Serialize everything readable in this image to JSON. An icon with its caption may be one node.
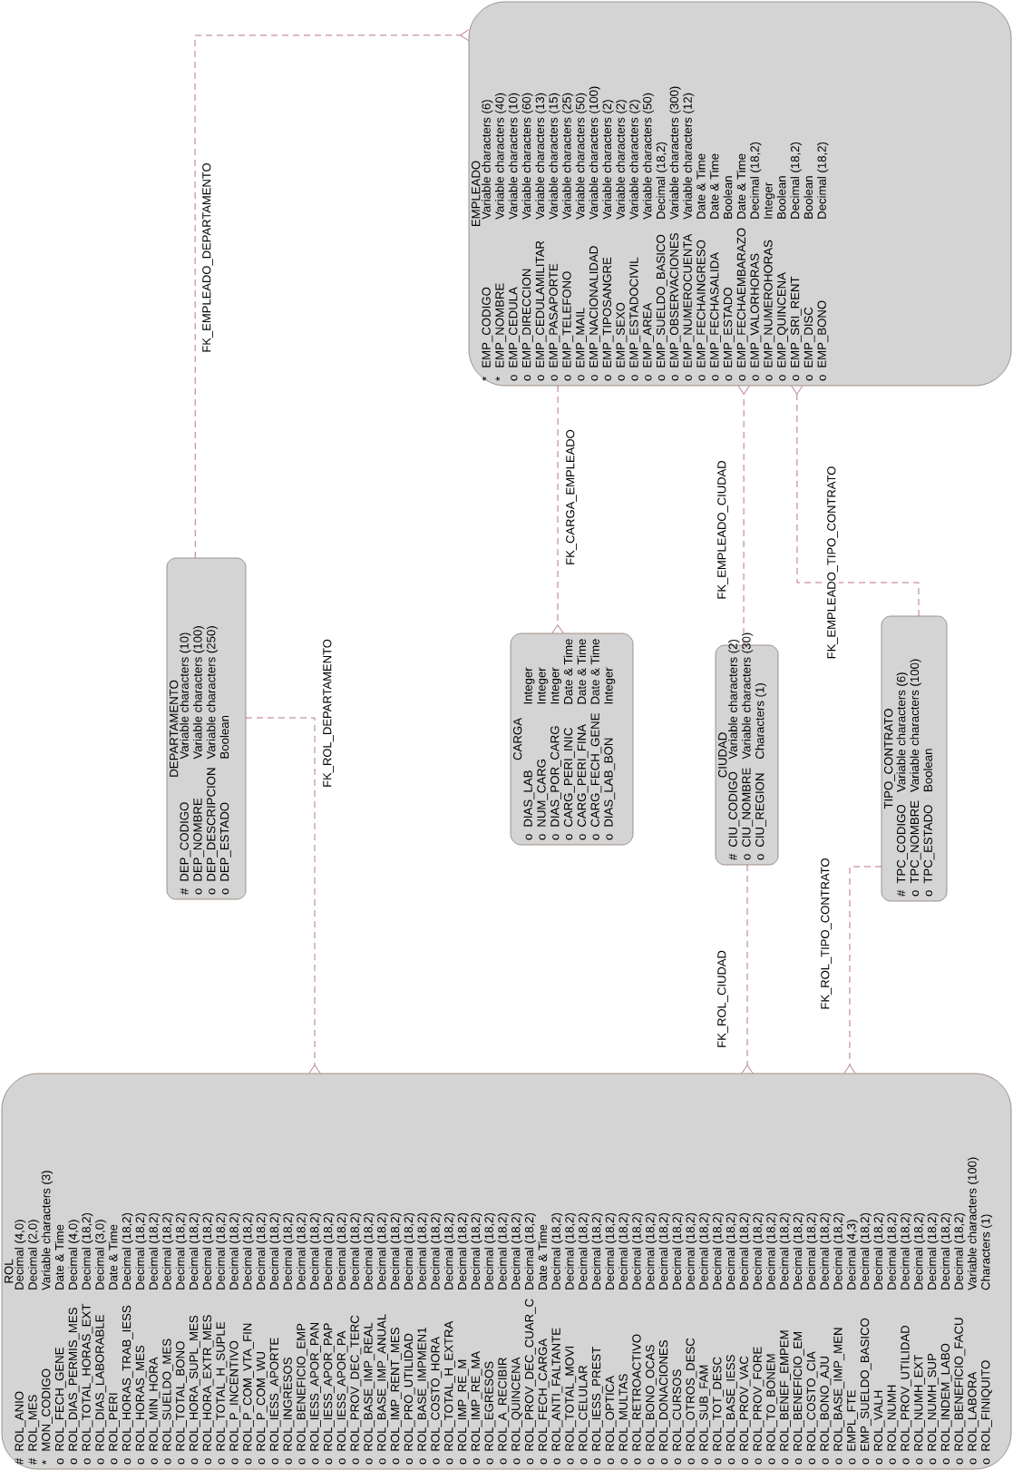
{
  "diagram": {
    "nodes": [
      {
        "text": [
          "EMPLEADO",
          "*",
          "EMP_CODIGO",
          "Variable characters (6)",
          "*",
          "EMP_NOMBRE",
          "Variable characters (40)",
          "o",
          "EMP_CEDULA",
          "Variable characters (10)",
          "o",
          "EMP_DIRECCION",
          "Variable characters (60)",
          "o",
          "EMP_CEDULAMILITAR",
          "Variable characters (13)",
          "o",
          "EMP_PASAPORTE",
          "Variable characters (15)",
          "o",
          "EMP_TELEFONO",
          "Variable characters (25)",
          "o",
          "EMP_MAIL",
          "Variable characters (50)",
          "o",
          "EMP_NACIONALIDAD",
          "Variable characters (100)",
          "o",
          "EMP_TIPOSANGRE",
          "Variable characters (2)",
          "o",
          "EMP_SEXO",
          "Variable characters (2)",
          "o",
          "EMP_ESTADOCIVIL",
          "Variable characters (2)",
          "o",
          "EMP_AREA",
          "Variable characters (50)",
          "o",
          "EMP_SUELDO_BASICO",
          "Decimal (18,2)",
          "o",
          "EMP_OBSERVACIONES",
          "Variable characters (300)",
          "o",
          "EMP_NUMEROCUENTA",
          "Variable characters (12)",
          "o",
          "EMP_FECHAINGRESO",
          "Date & Time",
          "o",
          "EMP_FECHASALIDA",
          "Date & Time",
          "o",
          "EMP_ESTADO",
          "Boolean",
          "o",
          "EMP_FECHAEMBARAZO",
          "Date & Time",
          "o",
          "EMP_VALORHORAS",
          "Decimal (18,2)",
          "o",
          "EMP_NUMEROHORAS",
          "Integer",
          "o",
          "EMP_QUINCENA",
          "Boolean",
          "o",
          "EMP_SRI_RENT",
          "Decimal (18,2)",
          "o",
          "EMP_DISC",
          "Boolean",
          "o",
          "EMP_BONO",
          "Decimal (18,2)"
        ]
      },
      {
        "text": [
          "DEPARTAMENTO",
          "#",
          "DEP_CODIGO",
          "Variable characters (10)",
          "o",
          "DEP_NOMBRE",
          "Variable characters (100)",
          "o",
          "DEP_DESCRIPCION",
          "Variable characters (250)",
          "o",
          "DEP_ESTADO",
          "Boolean"
        ]
      },
      {
        "text": [
          "CARGA",
          "o",
          "DIAS_LAB",
          "Integer",
          "o",
          "NUM_CARG",
          "Integer",
          "o",
          "DIAS_POR_CARG",
          "Integer",
          "o",
          "CARG_PERI_INIC",
          "Date & Time",
          "o",
          "CARG_PERI_FINA",
          "Date & Time",
          "o",
          "CARG_FECH_GENE",
          "Date & Time",
          "o",
          "DIAS_LAB_BON",
          "Integer"
        ]
      },
      {
        "text": [
          "CIUDAD",
          "#",
          "CIU_CODIGO",
          "Variable characters (2)",
          "o",
          "CIU_NOMBRE",
          "Variable characters (30)",
          "o",
          "CIU_REGION",
          "Characters (1)"
        ]
      },
      {
        "text": [
          "TIPO_CONTRATO",
          "#",
          "TPC_CODIGO",
          "Variable characters (6)",
          "o",
          "TPC_NOMBRE",
          "Variable characters (100)",
          "o",
          "TPC_ESTADO",
          "Boolean"
        ]
      },
      {
        "text": [
          "ROL",
          "#",
          "ROL_ANIO",
          "Decimal (4,0)",
          "#",
          "ROL_MES",
          "Decimal (2,0)",
          "*",
          "MON_CODIGO",
          "Variable characters (3)",
          "o",
          "ROL_FECH_GENE",
          "Date & Time",
          "o",
          "ROL_DIAS_PERMIS_MES",
          "Decimal (4,0)",
          "o",
          "ROL_TOTAL_HORAS_EXT",
          "Decimal (18,2)",
          "o",
          "ROL_DIAS_LABORABLE",
          "Decimal (3,0)",
          "o",
          "ROL_PERI",
          "Date & Time",
          "o",
          "ROL_HORAS_TRAB_IESS",
          "Decimal (18,2)",
          "o",
          "ROL_HORAS_MES",
          "Decimal (18,2)",
          "o",
          "ROL_MIN_HORA",
          "Decimal (18,2)",
          "o",
          "ROL_SUELDO_MES",
          "Decimal (18,2)",
          "o",
          "ROL_TOTAL_BONO",
          "Decimal (18,2)",
          "o",
          "ROL_HORA_SUPL_MES",
          "Decimal (18,2)",
          "o",
          "ROL_HORA_EXTR_MES",
          "Decimal (18,2)",
          "o",
          "ROL_TOTAL_H_SUPLE",
          "Decimal (18,2)",
          "o",
          "ROL_P_INCENTIVO",
          "Decimal (18,2)",
          "o",
          "ROL_P_COM_VTA_FIN",
          "Decimal (18,2)",
          "o",
          "ROL_P_COM_WU",
          "Decimal (18,2)",
          "o",
          "ROL_IESS_APORTE",
          "Decimal (18,2)",
          "o",
          "ROL_INGRESOS",
          "Decimal (18,2)",
          "o",
          "ROL_BENEFICIO_EMP",
          "Decimal (18,2)",
          "o",
          "ROL_IESS_APOR_PAN",
          "Decimal (18,2)",
          "o",
          "ROL_IESS_APOR_PAP",
          "Decimal (18,2)",
          "o",
          "ROL_IESS_APOR_PA",
          "Decimal (18,2)",
          "o",
          "ROL_PROV_DEC_TERC",
          "Decimal (18,2)",
          "o",
          "ROL_BASE_IMP_REAL",
          "Decimal (18,2)",
          "o",
          "ROL_BASE_IMP_ANUAL",
          "Decimal (18,2)",
          "o",
          "ROL_IMP_RENT_MES",
          "Decimal (18,2)",
          "o",
          "ROL_PRO_UTILIDAD",
          "Decimal (18,2)",
          "o",
          "ROL_BASE_IMPMEN1",
          "Decimal (18,2)",
          "o",
          "ROL_COSTO_HORA",
          "Decimal (18,2)",
          "o",
          "ROL_TOTAL_H_EXTRA",
          "Decimal (18,2)",
          "o",
          "ROL_IMP_RE_M",
          "Decimal (18,2)",
          "o",
          "ROL_IMP_RE_MA",
          "Decimal (18,2)",
          "o",
          "ROL_EGRESOS",
          "Decimal (18,2)",
          "o",
          "ROL_A_RECIBIR",
          "Decimal (18,2)",
          "o",
          "ROL_QUINCENA",
          "Decimal (18,2)",
          "o",
          "ROL_PROV_DEC_CUAR_C",
          "Decimal (18,2)",
          "o",
          "ROL_FECH_CARGA",
          "Date & Time",
          "o",
          "ROL_ANTI_FALTANTE",
          "Decimal (18,2)",
          "o",
          "ROL_TOTAL_MOVI",
          "Decimal (18,2)",
          "o",
          "ROL_CELULAR",
          "Decimal (18,2)",
          "o",
          "ROL_IESS_PREST",
          "Decimal (18,2)",
          "o",
          "ROL_OPTICA",
          "Decimal (18,2)",
          "o",
          "ROL_MULTAS",
          "Decimal (18,2)",
          "o",
          "ROL_RETROACTIVO",
          "Decimal (18,2)",
          "o",
          "ROL_BONO_OCAS",
          "Decimal (18,2)",
          "o",
          "ROL_DONACIONES",
          "Decimal (18,2)",
          "o",
          "ROL_CURSOS",
          "Decimal (18,2)",
          "o",
          "ROL_OTROS_DESC",
          "Decimal (18,2)",
          "o",
          "ROL_SUB_FAM",
          "Decimal (18,2)",
          "o",
          "ROL_TOT_DESC",
          "Decimal (18,2)",
          "o",
          "ROL_BASE_IESS",
          "Decimal (18,2)",
          "o",
          "ROL_PROV_VAC",
          "Decimal (18,2)",
          "o",
          "ROL_PROV_FORE",
          "Decimal (18,2)",
          "o",
          "ROL_TO_BONEM",
          "Decimal (18,2)",
          "o",
          "ROL_BENEF_EMPEM",
          "Decimal (18,2)",
          "o",
          "ROL_BENEFICIO_EM",
          "Decimal (18,2)",
          "o",
          "ROL_COSTO_CIA",
          "Decimal (18,2)",
          "o",
          "ROL_BONO_AJU",
          "Decimal (18,2)",
          "o",
          "ROL_BASE_IMP_MEN",
          "Decimal (18,2)",
          "o",
          "EMPL_FTE",
          "Decimal (4,3)",
          "o",
          "EMP_SUELDO_BASICO",
          "Decimal (18,2)",
          "o",
          "ROL_VALH",
          "Decimal (18,2)",
          "o",
          "ROL_NUMH",
          "Decimal (18,2)",
          "o",
          "ROL_PROV_UTILIDAD",
          "Decimal (18,2)",
          "o",
          "ROL_NUMH_EXT",
          "Decimal (18,2)",
          "o",
          "ROL_NUMH_SUP",
          "Decimal (18,2)",
          "o",
          "ROL_INDEM_LABO",
          "Decimal (18,2)",
          "o",
          "ROL_BENEFICIO_FACU",
          "Decimal (18,2)",
          "o",
          "ROL_LABORA",
          "Variable characters (100)",
          "o",
          "ROL_FINIQUITO",
          "Characters (1)"
        ]
      }
    ],
    "edges": [
      {
        "from": 1,
        "to": 0,
        "arrow": "other",
        "label": "FK_EMPLEADO_DEPARTAMENTO"
      },
      {
        "from": 1,
        "to": 5,
        "arrow": "other",
        "label": "FK_ROL_DEPARTAMENTO"
      },
      {
        "from": 0,
        "to": 2,
        "arrow": "other",
        "label": "FK_CARGA_EMPLEADO"
      },
      {
        "from": 3,
        "to": 0,
        "arrow": "other",
        "label": "FK_EMPLEADO_CIUDAD"
      },
      {
        "from": 4,
        "to": 0,
        "arrow": "other",
        "label": "FK_EMPLEADO_TIPO_CONTRATO"
      },
      {
        "from": 3,
        "to": 5,
        "arrow": "other",
        "label": "FK_ROL_CIUDAD"
      },
      {
        "from": 4,
        "to": 5,
        "arrow": "other",
        "label": "FK_ROL_TIPO_CONTRATO"
      }
    ]
  }
}
